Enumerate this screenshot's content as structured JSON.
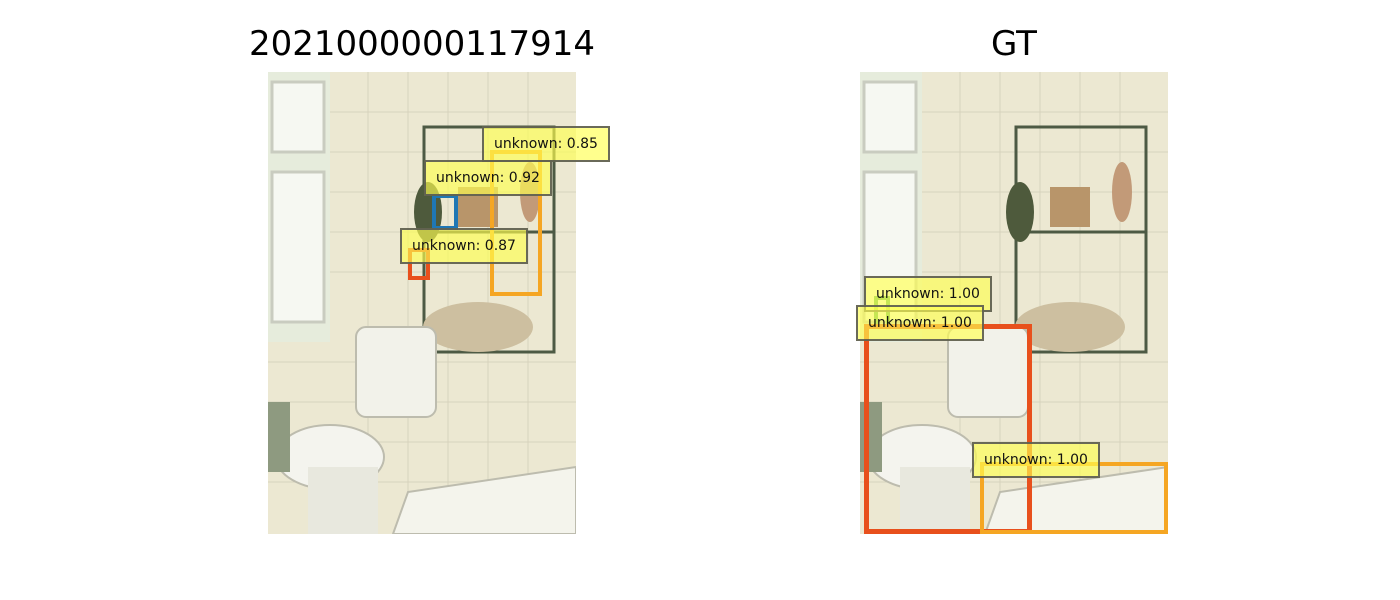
{
  "panels": {
    "pred": {
      "title": "2021000000117914"
    },
    "gt": {
      "title": "GT"
    }
  },
  "pred_detections": [
    {
      "label": "unknown: 0.85",
      "color": "#f5a623"
    },
    {
      "label": "unknown: 0.92",
      "color": "#1f77b4"
    },
    {
      "label": "unknown: 0.87",
      "color": "#e8501c"
    }
  ],
  "gt_detections": [
    {
      "label": "unknown: 1.00",
      "color": "#5cb85c"
    },
    {
      "label": "unknown: 1.00",
      "color": "#e8501c"
    },
    {
      "label": "unknown: 1.00",
      "color": "#f5a623"
    }
  ],
  "photo_description_icons": [
    "bathroom-photo"
  ]
}
